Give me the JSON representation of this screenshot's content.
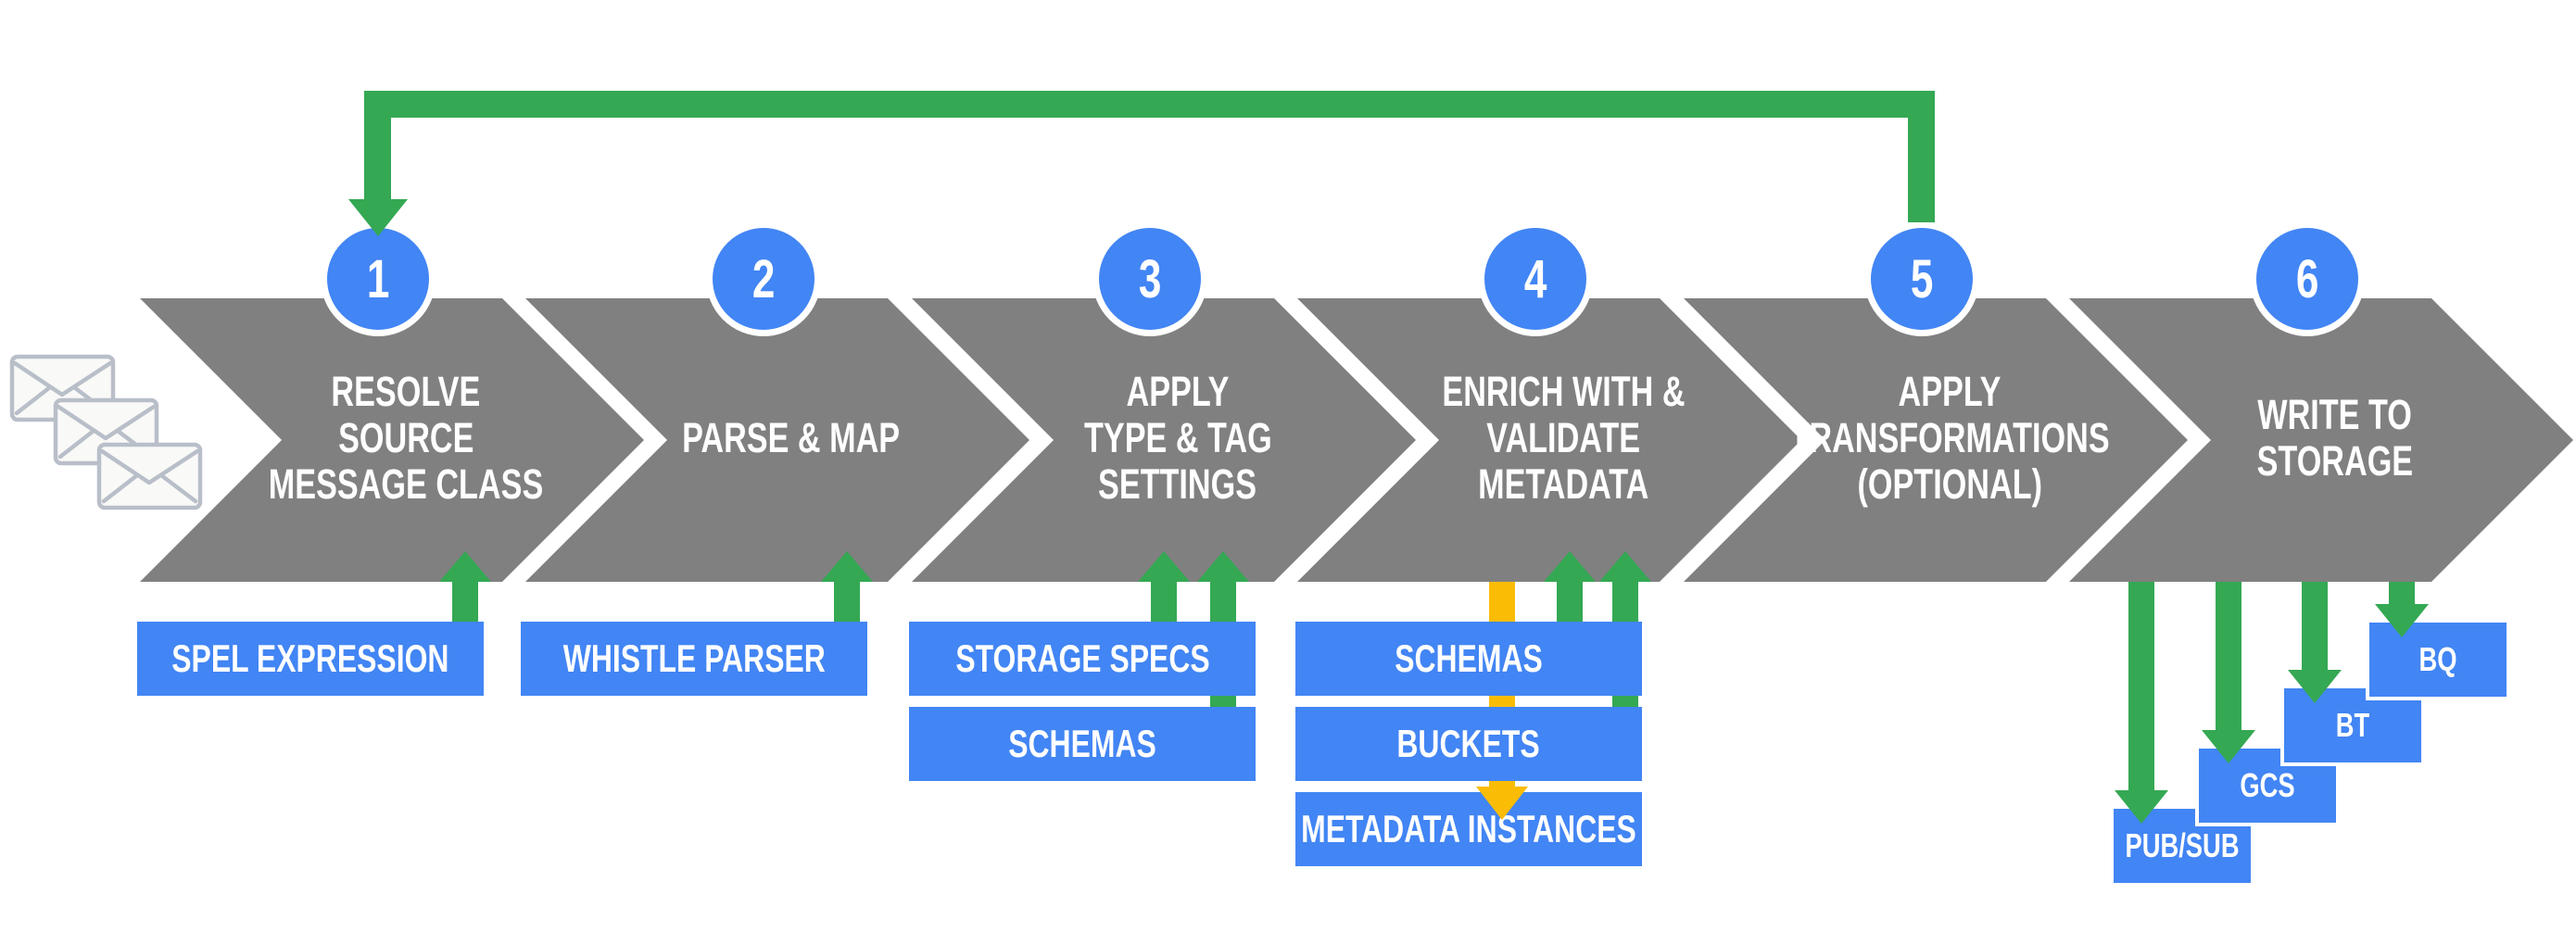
{
  "palette": {
    "blue": "#4285F4",
    "green": "#34A853",
    "yellow": "#FBBC05",
    "gray": "#808080",
    "envelope_stroke": "#B9BFC9"
  },
  "steps": [
    {
      "number": "1",
      "lines": [
        "RESOLVE",
        "SOURCE",
        "MESSAGE CLASS"
      ]
    },
    {
      "number": "2",
      "lines": [
        "PARSE & MAP"
      ]
    },
    {
      "number": "3",
      "lines": [
        "APPLY",
        "TYPE & TAG",
        "SETTINGS"
      ]
    },
    {
      "number": "4",
      "lines": [
        "ENRICH WITH &",
        "VALIDATE",
        "METADATA"
      ]
    },
    {
      "number": "5",
      "lines": [
        "APPLY",
        "TRANSFORMATIONS",
        "(OPTIONAL)"
      ]
    },
    {
      "number": "6",
      "lines": [
        "WRITE TO",
        "STORAGE"
      ]
    }
  ],
  "resource_boxes": {
    "spel_expression": "SPEL EXPRESSION",
    "whistle_parser": "WHISTLE PARSER",
    "storage_specs": "STORAGE SPECS",
    "schemas_step3": "SCHEMAS",
    "schemas_step4": "SCHEMAS",
    "buckets": "BUCKETS",
    "metadata_instances": "METADATA INSTANCES"
  },
  "storage_targets": {
    "pubsub": "PUB/SUB",
    "gcs": "GCS",
    "bt": "BT",
    "bq": "BQ"
  },
  "icons": {
    "messages": "envelope-stack-icon"
  }
}
